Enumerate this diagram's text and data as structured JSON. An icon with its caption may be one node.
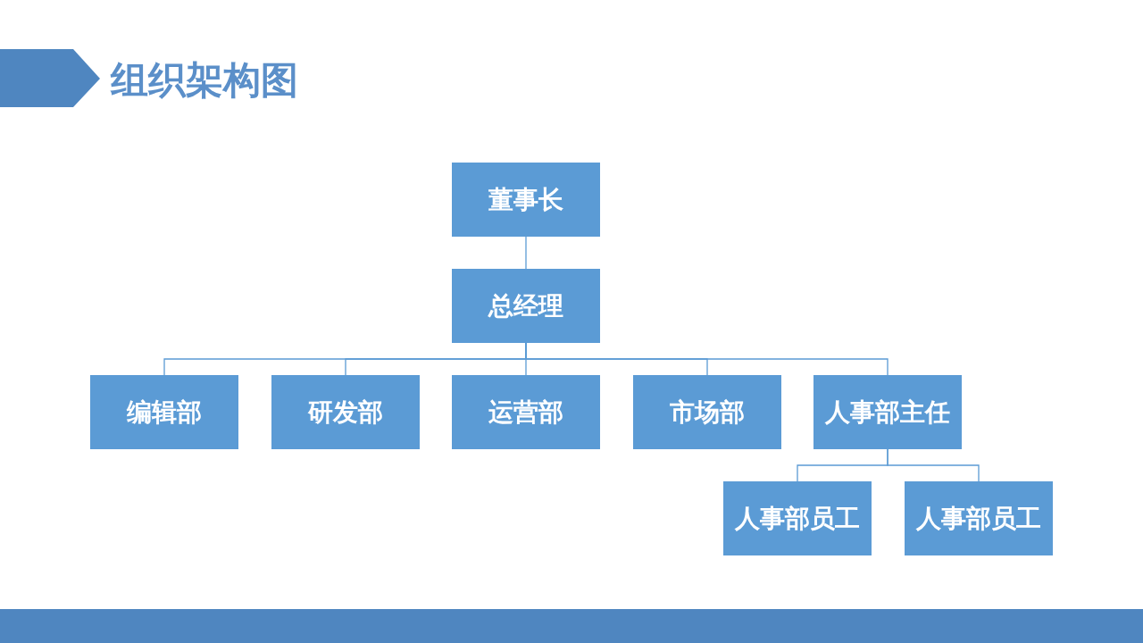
{
  "diagram": {
    "title": "组织架构图",
    "nodes": [
      {
        "text": [
          "董事长"
        ]
      },
      {
        "text": [
          "总经理"
        ]
      },
      {
        "text": [
          "编辑部"
        ]
      },
      {
        "text": [
          "研发部"
        ]
      },
      {
        "text": [
          "运营部"
        ]
      },
      {
        "text": [
          "市场部"
        ]
      },
      {
        "text": [
          "人事部主任"
        ]
      },
      {
        "text": [
          "人事部员工"
        ]
      },
      {
        "text": [
          "人事部员工"
        ]
      }
    ],
    "edges": [
      {
        "from": 0,
        "to": 1,
        "arrow": "none"
      },
      {
        "from": 1,
        "to": 2,
        "arrow": "none"
      },
      {
        "from": 1,
        "to": 3,
        "arrow": "none"
      },
      {
        "from": 1,
        "to": 4,
        "arrow": "none"
      },
      {
        "from": 1,
        "to": 5,
        "arrow": "none"
      },
      {
        "from": 1,
        "to": 6,
        "arrow": "none"
      },
      {
        "from": 6,
        "to": 7,
        "arrow": "none"
      },
      {
        "from": 6,
        "to": 8,
        "arrow": "none"
      }
    ]
  }
}
